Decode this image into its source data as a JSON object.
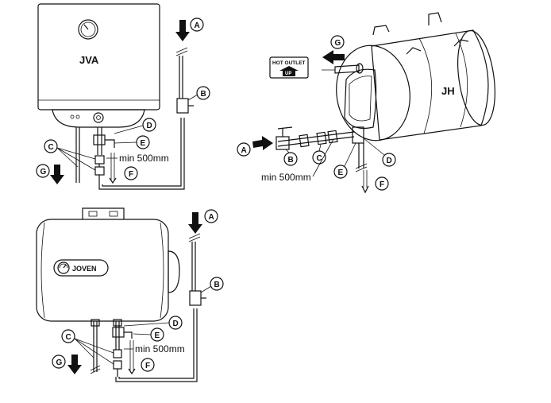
{
  "labels": {
    "jva": "JVA",
    "jh": "JH",
    "joven": "JOVEN",
    "min_distance": "min 500mm",
    "hot_outlet_top": "HOT OUTLET",
    "hot_outlet_bottom": "UP"
  },
  "callouts": {
    "a": "A",
    "b": "B",
    "c": "C",
    "d": "D",
    "e": "E",
    "f": "F",
    "g": "G"
  },
  "colors": {
    "line": "#111111",
    "tank_fill": "#f2f2f2",
    "tank_shade": "#d6d6d6",
    "background": "#ffffff"
  }
}
